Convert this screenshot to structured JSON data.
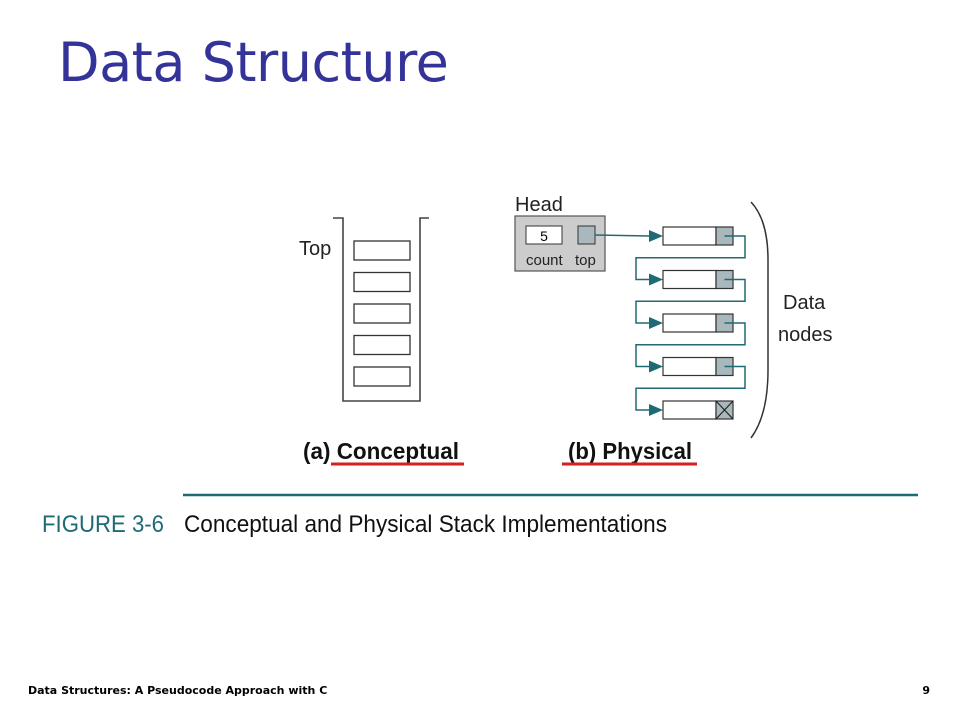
{
  "slide": {
    "title": "Data Structure",
    "footer_left": "Data Structures: A Pseudocode Approach with C",
    "page_number": "9"
  },
  "conceptual": {
    "top_label": "Top",
    "caption_letter": "(a)",
    "caption_word": "Conceptual",
    "element_count": 5
  },
  "physical": {
    "head_label": "Head",
    "count_value": "5",
    "count_label": "count",
    "top_label": "top",
    "caption_letter": "(b)",
    "caption_word": "Physical",
    "data_label_line1": "Data",
    "data_label_line2": "nodes",
    "node_count": 5
  },
  "figure": {
    "number": "FIGURE 3-6",
    "caption": "Conceptual and Physical Stack Implementations"
  },
  "colors": {
    "title": "#333399",
    "teal": "#1f6b74",
    "underline": "#d62020",
    "head_fill": "#cccccc",
    "pointer_fill": "#a8b8bc"
  }
}
